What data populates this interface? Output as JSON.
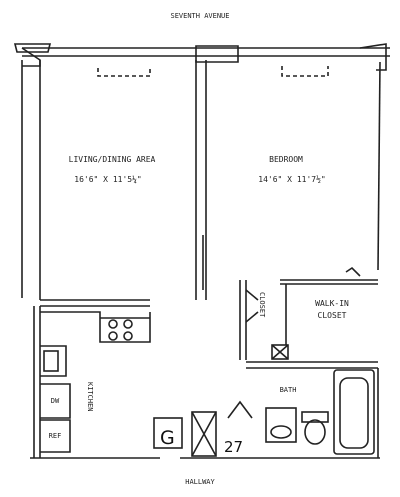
{
  "street": {
    "top": "SEVENTH AVENUE",
    "bottom": "HALLWAY"
  },
  "rooms": {
    "living": {
      "name": "LIVING/DINING AREA",
      "dims": "16'6\" X 11'5¼\""
    },
    "bedroom": {
      "name": "BEDROOM",
      "dims": "14'6\" X 11'7½\""
    },
    "walkin": {
      "line1": "WALK-IN",
      "line2": "CLOSET"
    },
    "closet": {
      "name": "CLOSET"
    },
    "kitchen": {
      "name": "KITCHEN"
    },
    "bath": {
      "name": "BATH"
    }
  },
  "appliances": {
    "dw": "DW",
    "ref": "REF"
  },
  "unit": {
    "letter": "G",
    "number": "27"
  },
  "colors": {
    "ink": "#222222",
    "paper": "#ffffff"
  }
}
